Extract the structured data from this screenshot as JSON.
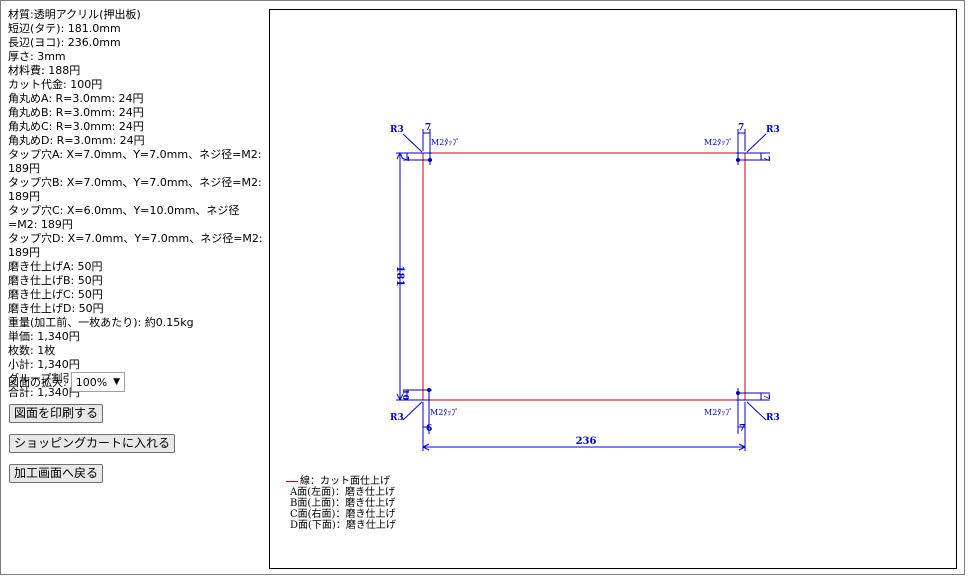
{
  "spec_lines": [
    "材質:透明アクリル(押出板)",
    "短辺(タテ): 181.0mm",
    "長辺(ヨコ): 236.0mm",
    "厚さ: 3mm",
    "材料費: 188円",
    "カット代金: 100円",
    "角丸めA: R=3.0mm: 24円",
    "角丸めB: R=3.0mm: 24円",
    "角丸めC: R=3.0mm: 24円",
    "角丸めD: R=3.0mm: 24円",
    "タップ穴A: X=7.0mm、Y=7.0mm、ネジ径=M2: 189円",
    "タップ穴B: X=7.0mm、Y=7.0mm、ネジ径=M2: 189円",
    "タップ穴C: X=6.0mm、Y=10.0mm、ネジ径=M2: 189円",
    "タップ穴D: X=7.0mm、Y=7.0mm、ネジ径=M2: 189円",
    "磨き仕上げA: 50円",
    "磨き仕上げB: 50円",
    "磨き仕上げC: 50円",
    "磨き仕上げD: 50円",
    "重量(加工前、一枚あたり): 約0.15kg",
    "単価: 1,340円",
    "枚数: 1枚",
    "小計: 1,340円",
    "グループ割引: 0円",
    "合計: 1,340円"
  ],
  "zoom": {
    "label": "図面の拡大:",
    "value": "100%"
  },
  "buttons": {
    "print": "図面を印刷する",
    "cart": "ショッピングカートに入れる",
    "back": "加工画面へ戻る"
  },
  "drawing": {
    "corner_label": "R3",
    "tap_label": "M2ﾀｯﾌﾟ",
    "dim_width": "236",
    "dim_height": "181",
    "dim_seven": "7",
    "dim_six": "6",
    "dim_ten": "10",
    "edge_color": "#d40000",
    "dim_color": "#0000cc"
  },
  "legend": {
    "cut_line": "線：カット面仕上げ",
    "face_a": "A面(左面)：磨き仕上げ",
    "face_b": "B面(上面)：磨き仕上げ",
    "face_c": "C面(右面)：磨き仕上げ",
    "face_d": "D面(下面)：磨き仕上げ"
  }
}
